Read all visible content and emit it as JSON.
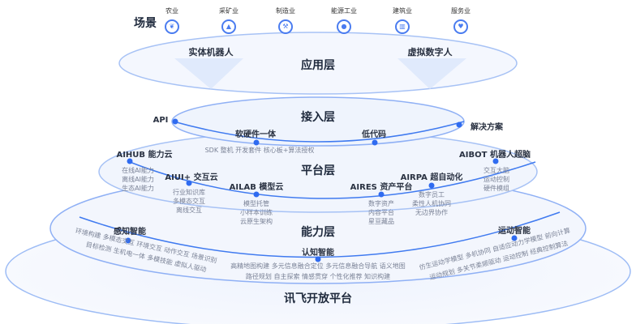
{
  "scene": {
    "label": "场景",
    "industries": [
      {
        "label": "农业",
        "icon": "leaf-icon"
      },
      {
        "label": "采矿业",
        "icon": "mountain-icon"
      },
      {
        "label": "制造业",
        "icon": "tool-icon"
      },
      {
        "label": "能源工业",
        "icon": "drop-icon"
      },
      {
        "label": "建筑业",
        "icon": "building-icon"
      },
      {
        "label": "服务业",
        "icon": "heart-icon"
      }
    ]
  },
  "application": {
    "title": "应用层",
    "left": "实体机器人",
    "right": "虚拟数字人"
  },
  "access": {
    "title": "接入层",
    "api": "API",
    "solution": "解决方案",
    "hw": "软硬件一体",
    "lowcode": "低代码",
    "hw_items": "SDK  整机  开发套件  核心板+算法授权"
  },
  "platform": {
    "title": "平台层",
    "nodes": [
      {
        "name": "AIHUB 能力云",
        "items": [
          "在线AI能力",
          "离线AI能力",
          "生态AI能力"
        ]
      },
      {
        "name": "AIUI+ 交互云",
        "items": [
          "行业知识库",
          "多模态交互",
          "离线交互"
        ]
      },
      {
        "name": "AILAB 模型云",
        "items": [
          "模型托管",
          "小样本训练",
          "云原生架构"
        ]
      },
      {
        "name": "AIRES 资产平台",
        "items": [
          "数字资产",
          "内容平台",
          "星亘藏品"
        ]
      },
      {
        "name": "AIRPA 超自动化",
        "items": [
          "数字员工",
          "柔性人机协同",
          "无边界协作"
        ]
      },
      {
        "name": "AIBOT 机器人超脑",
        "items": [
          "交互大脑",
          "运动控制",
          "硬件模组"
        ]
      }
    ]
  },
  "capability": {
    "title": "能力层",
    "perception": {
      "name": "感知智能",
      "line1": "环境构建  多模态交互  环境交互  动作交互  场景识别",
      "line2": "目标检测  生机电一体  多模技能  虚拟人驱动"
    },
    "cognition": {
      "name": "认知智能",
      "line1": "高精地图构建  多元信息融合定位  多元信息融合导航  语义地图",
      "line2": "路径规划  自主探索  情感贯穿  个性化推荐  知识构建"
    },
    "motion": {
      "name": "运动智能",
      "line1": "仿生运动学模型  多机协同  自适应动力学模型  前向计算",
      "line2": "运动规划  多关节柔顺驱动  运动控制  经典控制算法"
    }
  },
  "base": {
    "title": "讯飞开放平台"
  },
  "colors": {
    "accent": "#2f6bf0",
    "ring": "#8fb0f5"
  }
}
